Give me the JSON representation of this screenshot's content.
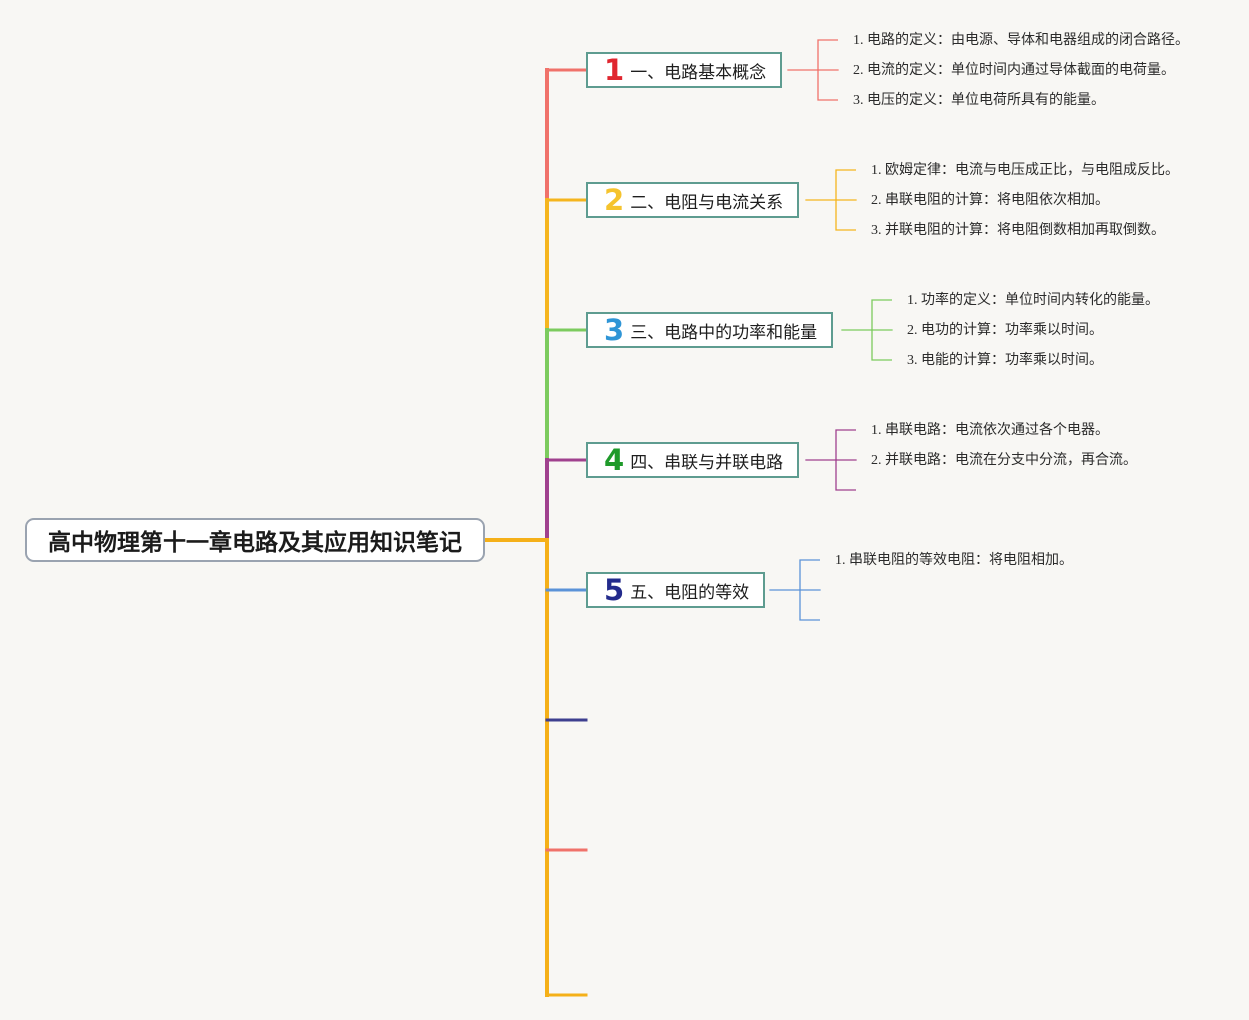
{
  "root": {
    "label": "高中物理第十一章电路及其应用知识笔记",
    "trunk_color": "#f5b018"
  },
  "branches": [
    {
      "number": "1",
      "label": "一、电路基本概念",
      "color": "#f0726a",
      "number_color": "#e0262f",
      "items": [
        "1. 电路的定义：由电源、导体和电器组成的闭合路径。",
        "2. 电流的定义：单位时间内通过导体截面的电荷量。",
        "3. 电压的定义：单位电荷所具有的能量。"
      ]
    },
    {
      "number": "2",
      "label": "二、电阻与电流关系",
      "color": "#f5b51e",
      "number_color": "#f5c32d",
      "items": [
        "1. 欧姆定律：电流与电压成正比，与电阻成反比。",
        "2. 串联电阻的计算：将电阻依次相加。",
        "3. 并联电阻的计算：将电阻倒数相加再取倒数。"
      ]
    },
    {
      "number": "3",
      "label": "三、电路中的功率和能量",
      "color": "#7ccb5e",
      "number_color": "#2f95d6",
      "items": [
        "1. 功率的定义：单位时间内转化的能量。",
        "2. 电功的计算：功率乘以时间。",
        "3. 电能的计算：功率乘以时间。"
      ]
    },
    {
      "number": "4",
      "label": "四、串联与并联电路",
      "color": "#a0418e",
      "number_color": "#1e9a2a",
      "items": [
        "1. 串联电路：电流依次通过各个电器。",
        "2. 并联电路：电流在分支中分流，再合流。",
        ""
      ]
    },
    {
      "number": "5",
      "label": "五、电阻的等效",
      "color": "#5b93d8",
      "number_color": "#232b8c",
      "items": [
        "1. 串联电阻的等效电阻：将电阻相加。",
        "",
        ""
      ]
    }
  ],
  "empty_branches": [
    {
      "color": "#3e3f8f"
    },
    {
      "color": "#f0726a"
    },
    {
      "color": "#f5b018"
    }
  ],
  "node_border_color": "#5e9c90"
}
